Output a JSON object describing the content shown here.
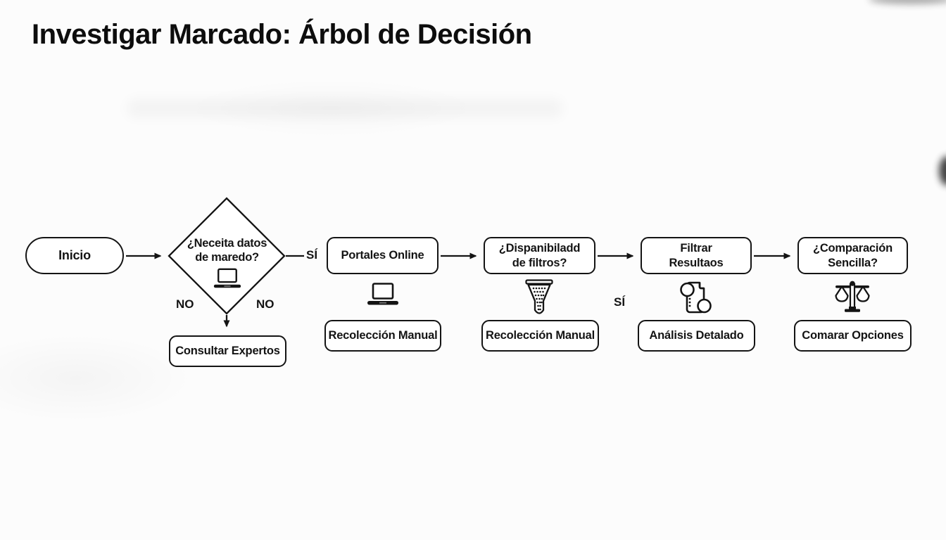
{
  "title": "Investigar Marcado: Árbol de Decisión",
  "colors": {
    "stroke": "#141414",
    "text": "#0d0d0d",
    "background": "#fcfcfc",
    "node_fill": "#ffffff"
  },
  "nodes": {
    "start": {
      "label": "Inicio",
      "shape": "stadium"
    },
    "decision_datos": {
      "line1": "¿Neceita datos",
      "line2": "de maredo?",
      "shape": "diamond",
      "icon": "laptop-icon"
    },
    "consultar": {
      "label": "Consultar Expertos",
      "shape": "rounded-rect"
    },
    "portales": {
      "label": "Portales Online",
      "shape": "rounded-rect",
      "icon_below": "laptop-icon"
    },
    "filtros": {
      "line1": "¿Dispanibiladd",
      "line2": "de filtros?",
      "shape": "rounded-rect",
      "icon_below": "funnel-icon"
    },
    "filtrar": {
      "line1": "Filtrar",
      "line2": "Resultaos",
      "shape": "rounded-rect",
      "icon_below": "receipt-search-icon"
    },
    "comparacion": {
      "line1": "¿Comparación",
      "line2": "Sencilla?",
      "shape": "rounded-rect",
      "icon_below": "scales-icon"
    },
    "recoleccion1": {
      "label": "Recolección Manual",
      "shape": "rounded-rect"
    },
    "recoleccion2": {
      "label": "Recolección Manual",
      "shape": "rounded-rect"
    },
    "analisis": {
      "label": "Análisis Detalado",
      "shape": "rounded-rect"
    },
    "comparar": {
      "label": "Comarar Opciones",
      "shape": "rounded-rect"
    }
  },
  "edge_labels": {
    "si_decision": "SÍ",
    "si_middle": "SÍ",
    "no_left": "NO",
    "no_right": "NO"
  },
  "icons": [
    "laptop-icon",
    "funnel-icon",
    "receipt-search-icon",
    "scales-icon"
  ]
}
